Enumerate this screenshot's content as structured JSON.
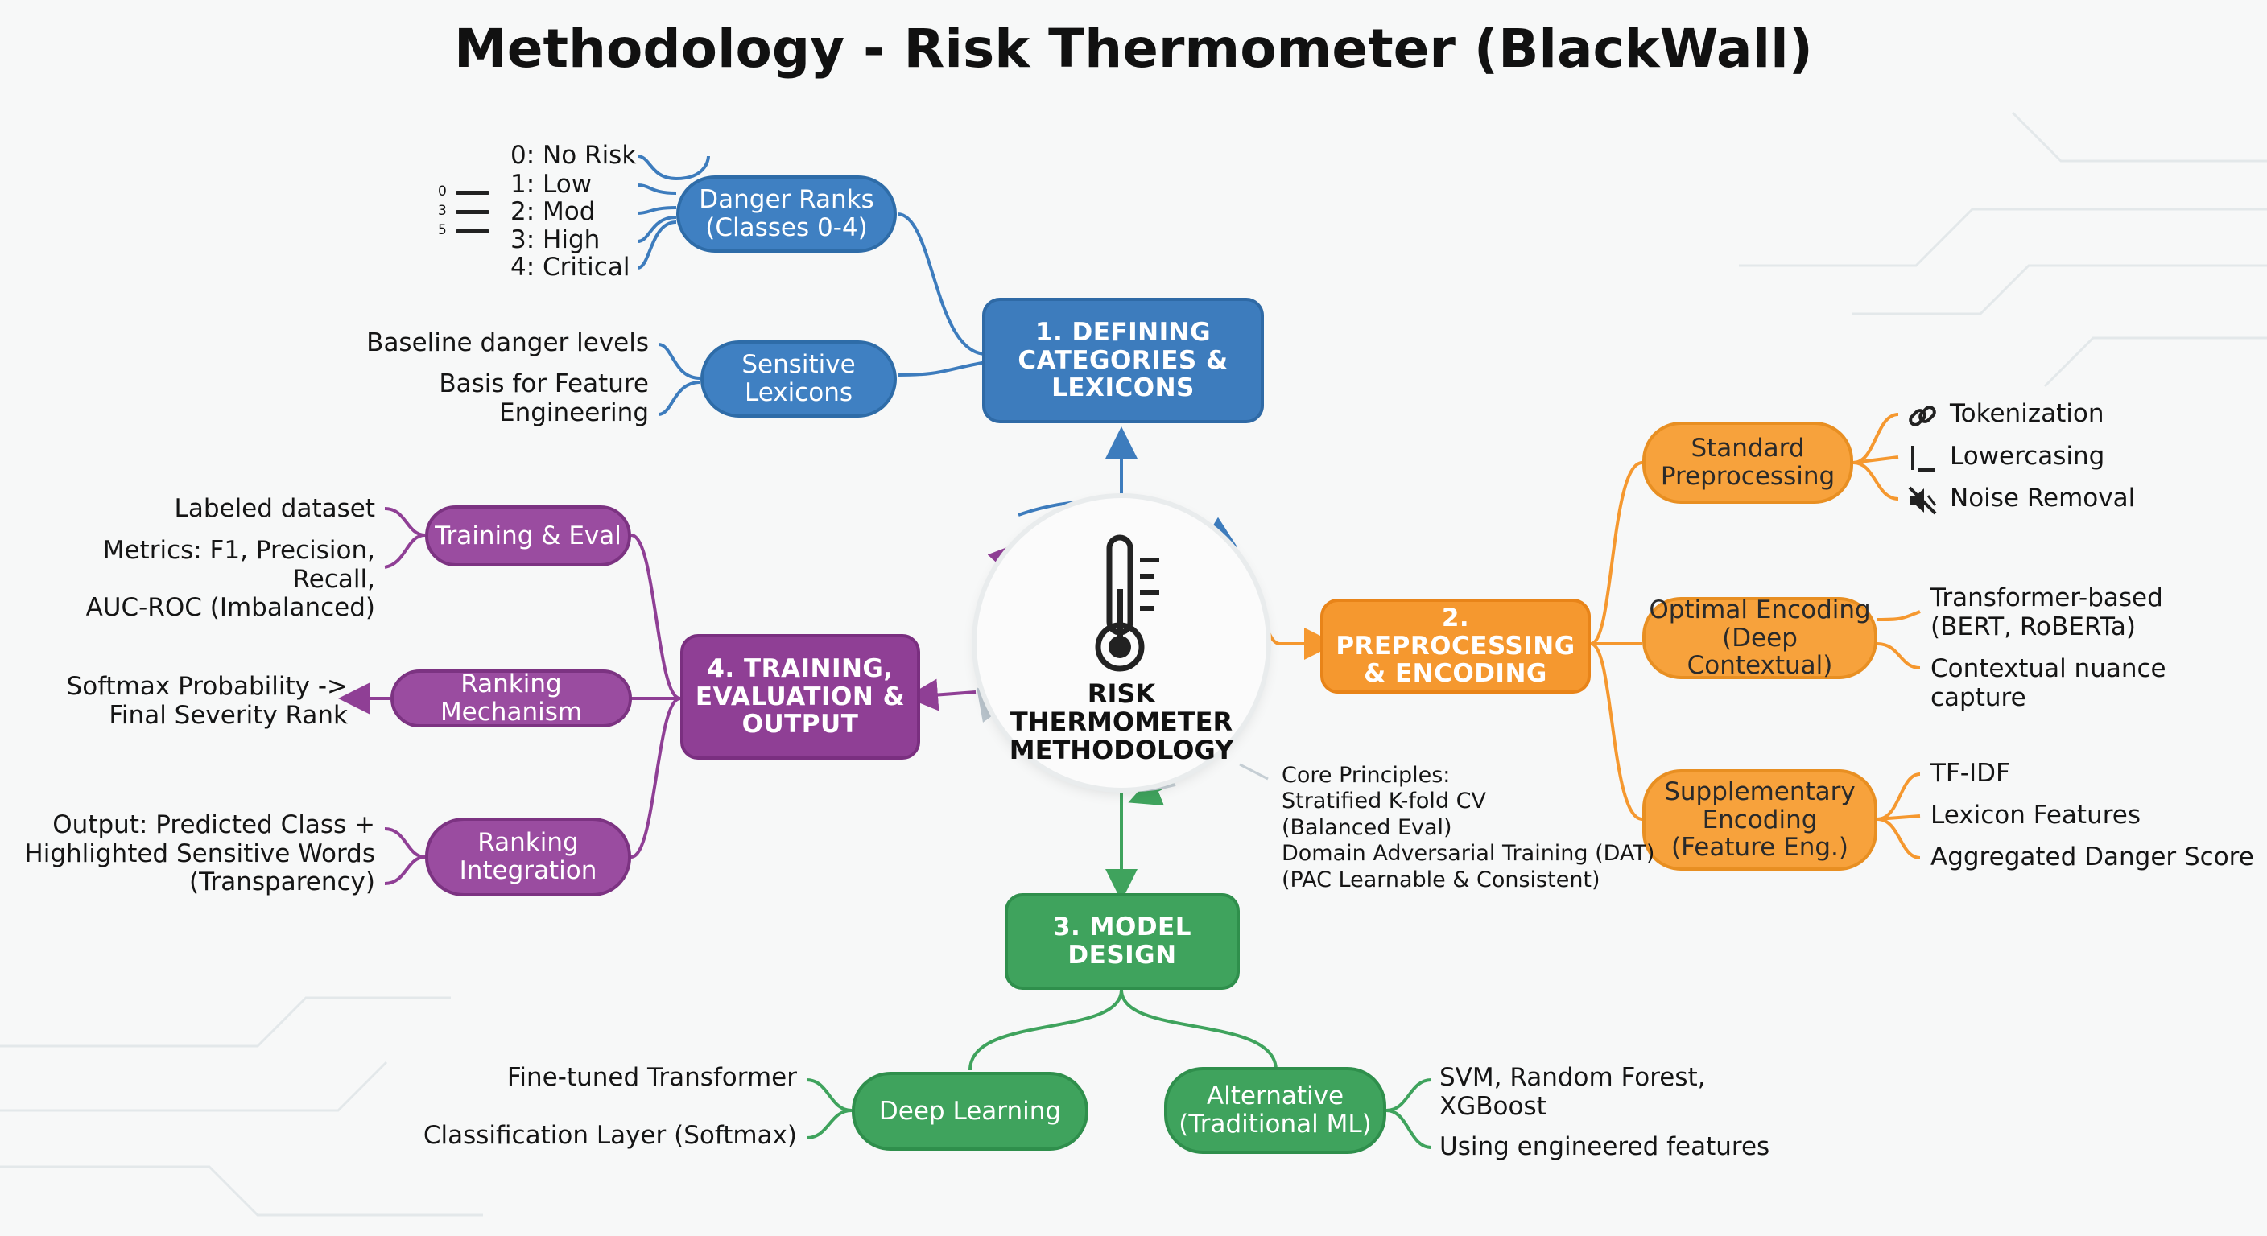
{
  "title": "Methodology - Risk Thermometer (BlackWall)",
  "center": {
    "label": "RISK\nTHERMOMETER\nMETHODOLOGY"
  },
  "colors": {
    "blue": "#3d7cbd",
    "orange": "#f5982f",
    "green": "#3fa35d",
    "purple": "#8f3f95"
  },
  "branches": {
    "defining": {
      "label": "1. DEFINING\nCATEGORIES &\nLEXICONS",
      "danger_ranks": {
        "label": "Danger Ranks\n(Classes 0-4)",
        "items": [
          "0: No Risk",
          "1: Low",
          "2: Mod",
          "3: High",
          "4: Critical"
        ],
        "icon": "numbered-list-icon",
        "icon_glyphs": [
          "0",
          "3",
          "5"
        ]
      },
      "sensitive_lexicons": {
        "label": "Sensitive\nLexicons",
        "items": [
          "Baseline danger levels",
          "Basis for Feature\nEngineering"
        ]
      }
    },
    "preprocessing": {
      "label": "2. PREPROCESSING\n& ENCODING",
      "standard": {
        "label": "Standard\nPreprocessing",
        "items": [
          {
            "text": "Tokenization",
            "icon": "link-icon"
          },
          {
            "text": "Lowercasing",
            "icon": "text-cursor-icon"
          },
          {
            "text": "Noise Removal",
            "icon": "mute-icon"
          }
        ]
      },
      "optimal": {
        "label": "Optimal Encoding\n(Deep Contextual)",
        "items": [
          "Transformer-based\n(BERT, RoBERTa)",
          "Contextual nuance capture"
        ]
      },
      "supplementary": {
        "label": "Supplementary\nEncoding\n(Feature Eng.)",
        "items": [
          "TF-IDF",
          "Lexicon Features",
          "Aggregated Danger Score"
        ]
      }
    },
    "model": {
      "label": "3. MODEL\nDESIGN",
      "core_principles": "Core Principles:\nStratified K-fold CV\n(Balanced Eval)\nDomain Adversarial Training (DAT)\n(PAC Learnable & Consistent)",
      "deep_learning": {
        "label": "Deep Learning",
        "items": [
          "Fine-tuned Transformer",
          "Classification Layer (Softmax)"
        ]
      },
      "alternative": {
        "label": "Alternative\n(Traditional ML)",
        "items": [
          "SVM, Random Forest,\nXGBoost",
          "Using engineered features"
        ]
      }
    },
    "training": {
      "label": "4. TRAINING,\nEVALUATION &\nOUTPUT",
      "training_eval": {
        "label": "Training & Eval",
        "items": [
          "Labeled dataset",
          "Metrics: F1, Precision, Recall,\nAUC-ROC (Imbalanced)"
        ]
      },
      "ranking_mechanism": {
        "label": "Ranking Mechanism",
        "items": [
          "Softmax Probability ->\nFinal Severity Rank"
        ]
      },
      "ranking_integration": {
        "label": "Ranking\nIntegration",
        "items": [
          "Output: Predicted Class +\nHighlighted Sensitive Words\n(Transparency)"
        ]
      }
    }
  },
  "icons": {
    "center": "thermometer-icon"
  }
}
